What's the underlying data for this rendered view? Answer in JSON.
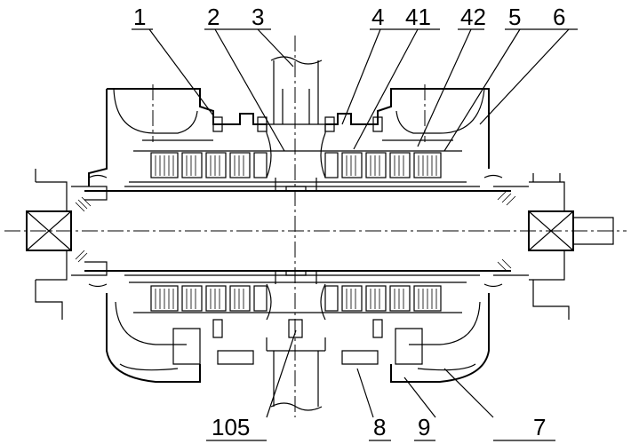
{
  "diagram": {
    "callouts_top": [
      "1",
      "2",
      "3",
      "4",
      "41",
      "42",
      "5",
      "6"
    ],
    "callouts_bottom": [
      "105",
      "8",
      "9",
      "7"
    ]
  }
}
